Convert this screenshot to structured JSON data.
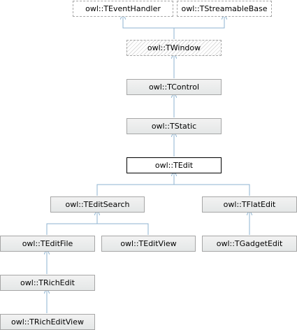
{
  "diagram": {
    "type": "inheritance graph",
    "colors": {
      "edge": "#8eb3d0",
      "node_fill": "#e8ebeb",
      "node_border": "#a6a6a6",
      "current_border": "#000000"
    },
    "nodes": {
      "teventhandler": "owl::TEventHandler",
      "tstreamablebase": "owl::TStreamableBase",
      "twindow": "owl::TWindow",
      "tcontrol": "owl::TControl",
      "tstatic": "owl::TStatic",
      "tedit": "owl::TEdit",
      "teditsearch": "owl::TEditSearch",
      "tflatedit": "owl::TFlatEdit",
      "teditfile": "owl::TEditFile",
      "teditview": "owl::TEditView",
      "tgadgetedit": "owl::TGadgetEdit",
      "trichedit": "owl::TRichEdit",
      "tricheditview": "owl::TRichEditView"
    },
    "edges": [
      [
        "twindow",
        "teventhandler"
      ],
      [
        "twindow",
        "tstreamablebase"
      ],
      [
        "tcontrol",
        "twindow"
      ],
      [
        "tstatic",
        "tcontrol"
      ],
      [
        "tedit",
        "tstatic"
      ],
      [
        "teditsearch",
        "tedit"
      ],
      [
        "tflatedit",
        "tedit"
      ],
      [
        "teditfile",
        "teditsearch"
      ],
      [
        "teditview",
        "teditsearch"
      ],
      [
        "tgadgetedit",
        "tflatedit"
      ],
      [
        "trichedit",
        "teditfile"
      ],
      [
        "tricheditview",
        "trichedit"
      ]
    ]
  }
}
